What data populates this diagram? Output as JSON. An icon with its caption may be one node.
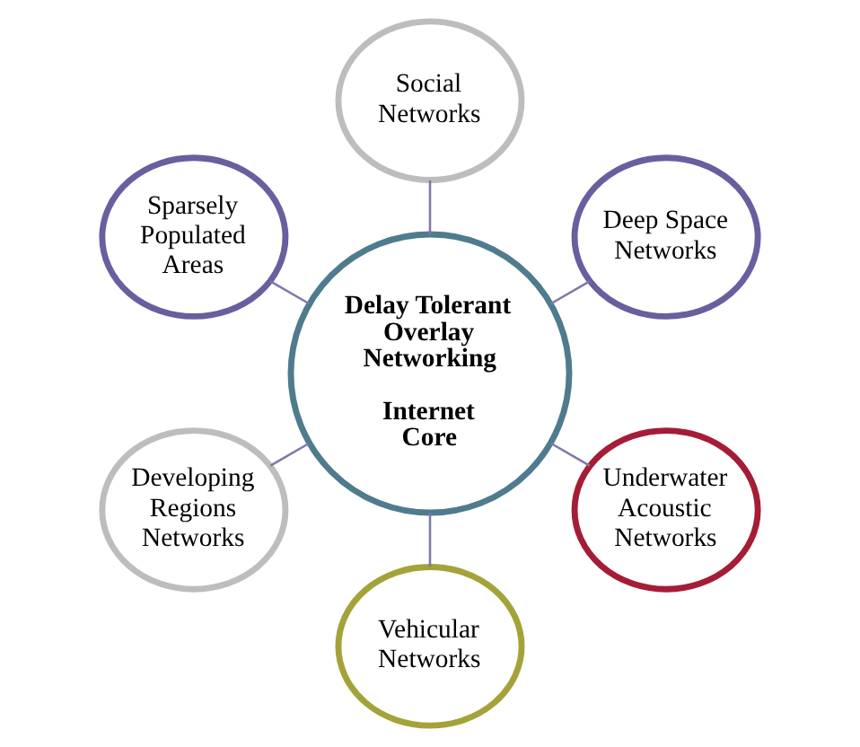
{
  "diagram": {
    "nodes": [
      {
        "text": [
          "Social Networks"
        ]
      },
      {
        "text": [
          "Sparsely Populated Areas"
        ]
      },
      {
        "text": [
          "Deep Space Networks"
        ]
      },
      {
        "text": [
          "Delay Tolerant Overlay Networking",
          "Internet Core"
        ]
      },
      {
        "text": [
          "Developing Regions Networks"
        ]
      },
      {
        "text": [
          "Underwater Acoustic Networks"
        ]
      },
      {
        "text": [
          "Vehicular Networks"
        ]
      }
    ],
    "edges": [
      {
        "from": 0,
        "to": 3,
        "arrow": "none"
      },
      {
        "from": 2,
        "to": 3,
        "arrow": "none"
      },
      {
        "from": 5,
        "to": 3,
        "arrow": "none"
      },
      {
        "from": 6,
        "to": 3,
        "arrow": "none"
      },
      {
        "from": 4,
        "to": 3,
        "arrow": "none"
      },
      {
        "from": 1,
        "to": 3,
        "arrow": "none"
      }
    ]
  }
}
